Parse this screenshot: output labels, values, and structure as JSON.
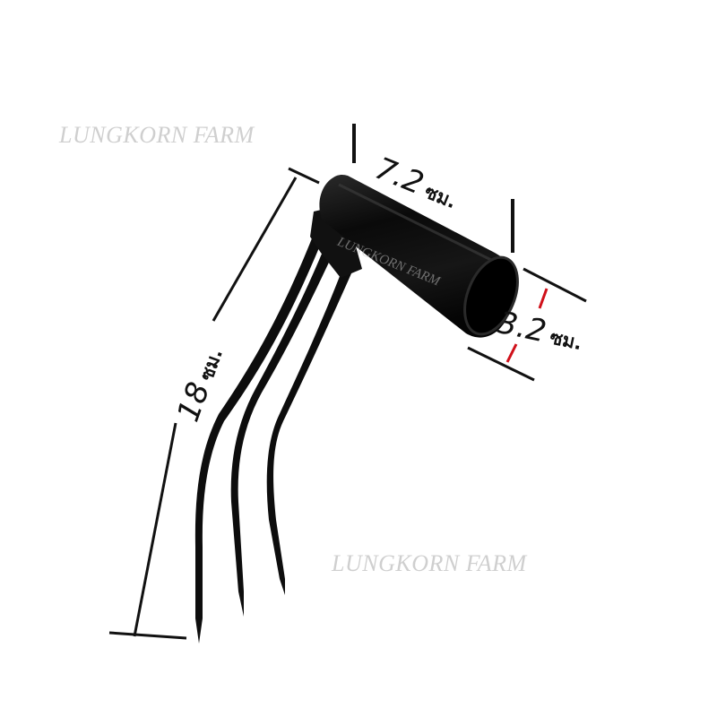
{
  "watermark": {
    "text": "LUNGKORN FARM"
  },
  "dimensions": {
    "tube_length": {
      "value": "7.2",
      "unit": "ซม."
    },
    "tube_diameter": {
      "value": "3.2",
      "unit": "ซม."
    },
    "tine_length": {
      "value": "18",
      "unit": "ซม."
    }
  },
  "colors": {
    "metal": "#0d0d0d",
    "dimension_line": "#111111",
    "diameter_tick": "#d0101a",
    "watermark": "#cfcfcf"
  }
}
